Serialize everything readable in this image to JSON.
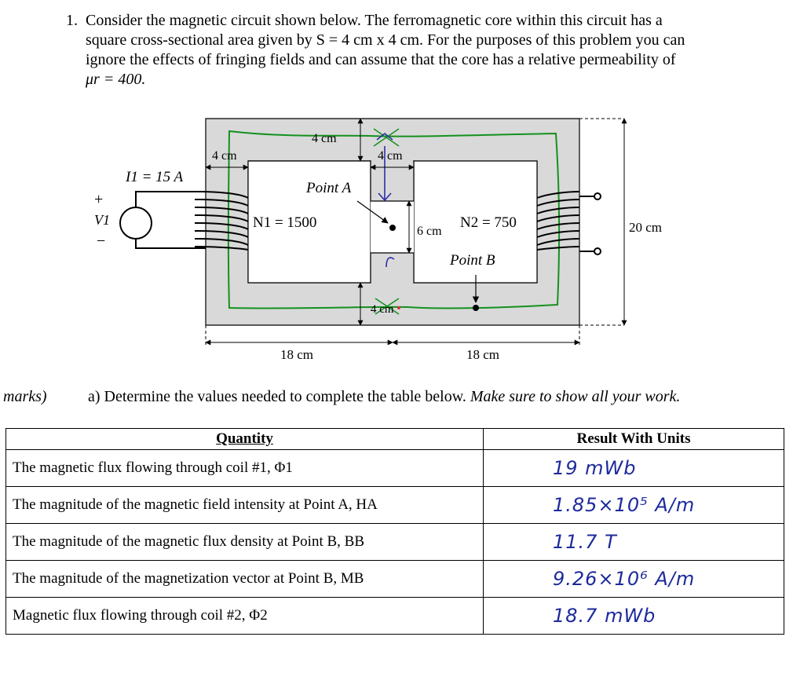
{
  "problem": {
    "number": "1.",
    "line1": "Consider the magnetic circuit shown below.  The ferromagnetic core within this circuit has a",
    "line2": "square cross-sectional area given by S = 4 cm x 4 cm.  For the purposes of this problem you can",
    "line3": "ignore the effects of fringing fields and can assume that the core has a relative permeability of",
    "line4": "μr = 400."
  },
  "diagram": {
    "labels": {
      "width_4cm_top": "4 cm",
      "width_4cm_left": "4 cm",
      "width_4cm_center": "4 cm",
      "gap_6cm": "6 cm",
      "width_4cm_bottom": "4 cm",
      "height_20cm": "20 cm",
      "len_18cm_left": "18 cm",
      "len_18cm_right": "18 cm",
      "current": "I1 = 15 A",
      "source": "V1",
      "plus": "+",
      "minus": "−",
      "n1": "N1 = 1500",
      "n2": "N2 = 750",
      "point_a": "Point A",
      "point_b": "Point B"
    },
    "colors": {
      "core": "#d9d9d9",
      "flux_path": "#14911e",
      "handwriting": "#2b2fa6",
      "red_mark": "#e0303a"
    }
  },
  "part_a": {
    "marks": "marks)",
    "text": "a) Determine the values needed to complete the table below.",
    "emph": "Make sure to show all your work."
  },
  "table": {
    "headers": [
      "Quantity",
      "Result With Units"
    ],
    "rows": [
      {
        "quantity": "The magnetic flux flowing through coil #1, Φ1",
        "answer": "19 mWb"
      },
      {
        "quantity": "The magnitude of the magnetic field intensity at Point A, HA",
        "answer": "1.85×10⁵ A/m"
      },
      {
        "quantity": "The magnitude of the magnetic flux density at Point B, BB",
        "answer": "11.7 T"
      },
      {
        "quantity": "The magnitude of the magnetization vector at Point B, MB",
        "answer": "9.26×10⁶ A/m"
      },
      {
        "quantity": "Magnetic flux flowing through coil #2, Φ2",
        "answer": "18.7 mWb"
      }
    ]
  }
}
